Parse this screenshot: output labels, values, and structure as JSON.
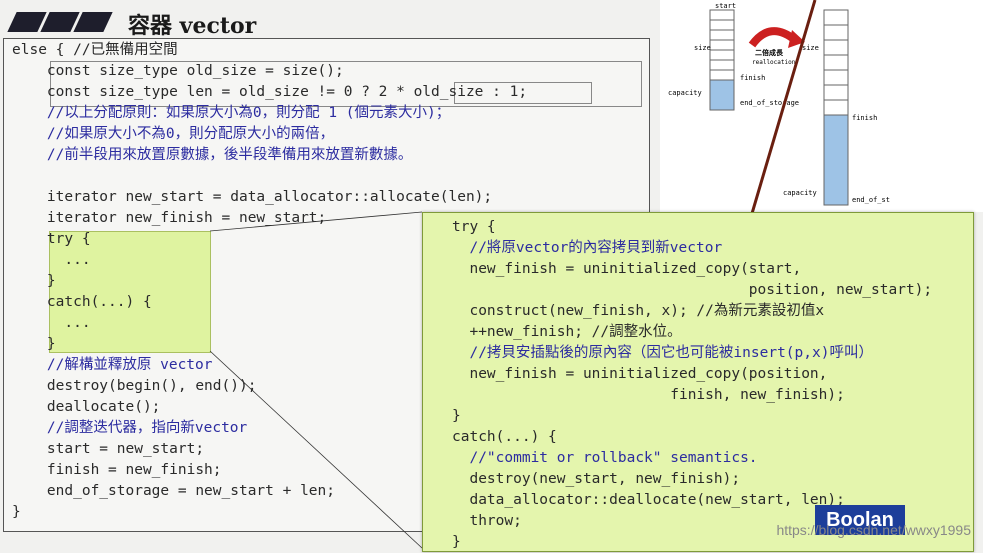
{
  "title": "容器 vector",
  "code_left": [
    {
      "t": "else { //已無備用空間",
      "cls": ""
    },
    {
      "t": "const size_type old_size = size();",
      "cls": ""
    },
    {
      "t": "const size_type len = old_size != 0 ? 2 * old_size : 1;",
      "cls": ""
    },
    {
      "t": "//以上分配原則：如果原大小為0，則分配 1 (個元素大小)；",
      "cls": "cmt"
    },
    {
      "t": "//如果原大小不為0，則分配原大小的兩倍，",
      "cls": "cmt"
    },
    {
      "t": "//前半段用來放置原數據，後半段準備用來放置新數據。",
      "cls": "cmt"
    },
    {
      "t": "",
      "cls": ""
    },
    {
      "t": "iterator new_start = data_allocator::allocate(len);",
      "cls": ""
    },
    {
      "t": "iterator new_finish = new_start;",
      "cls": ""
    },
    {
      "t": "try {",
      "cls": ""
    },
    {
      "t": "  ...",
      "cls": ""
    },
    {
      "t": "}",
      "cls": ""
    },
    {
      "t": "catch(...) {",
      "cls": ""
    },
    {
      "t": "  ...",
      "cls": ""
    },
    {
      "t": "}",
      "cls": ""
    },
    {
      "t": "//解構並釋放原 vector",
      "cls": "cmt"
    },
    {
      "t": "destroy(begin(), end());",
      "cls": ""
    },
    {
      "t": "deallocate();",
      "cls": ""
    },
    {
      "t": "//調整迭代器，指向新vector",
      "cls": "cmt"
    },
    {
      "t": "start = new_start;",
      "cls": ""
    },
    {
      "t": "finish = new_finish;",
      "cls": ""
    },
    {
      "t": "end_of_storage = new_start + len;",
      "cls": ""
    },
    {
      "t": "}",
      "cls": ""
    }
  ],
  "code_popup": [
    {
      "t": "try {",
      "cls": ""
    },
    {
      "t": "  //將原vector的內容拷貝到新vector",
      "cls": "cmt"
    },
    {
      "t": "  new_finish = uninitialized_copy(start,",
      "cls": ""
    },
    {
      "t": "                                  position, new_start);",
      "cls": ""
    },
    {
      "t": "  construct(new_finish, x); //為新元素設初值x",
      "cls": ""
    },
    {
      "t": "  ++new_finish; //調整水位。",
      "cls": ""
    },
    {
      "t": "  //拷貝安插點後的原內容（因它也可能被insert(p,x)呼叫）",
      "cls": "cmt"
    },
    {
      "t": "  new_finish = uninitialized_copy(position,",
      "cls": ""
    },
    {
      "t": "                         finish, new_finish);",
      "cls": ""
    },
    {
      "t": "}",
      "cls": ""
    },
    {
      "t": "catch(...) {",
      "cls": ""
    },
    {
      "t": "  //\"commit or rollback\" semantics.",
      "cls": "cmt"
    },
    {
      "t": "  destroy(new_start, new_finish);",
      "cls": ""
    },
    {
      "t": "  data_allocator::deallocate(new_start, len);",
      "cls": ""
    },
    {
      "t": "  throw;",
      "cls": ""
    },
    {
      "t": "}",
      "cls": ""
    }
  ],
  "diagram": {
    "labels": {
      "start": "start",
      "size": "size",
      "capacity": "capacity",
      "finish": "finish",
      "end_of_storage": "end_of_storage",
      "growth": "二倍成長",
      "reallocation": "reallocation",
      "size2": "size",
      "finish2": "finish",
      "capacity2": "capacity",
      "end_of_storage2": "end_of_st"
    }
  },
  "logo": "Boolan",
  "watermark": "https://blog.csdn.net/wwxy1995",
  "colors": {
    "popup_bg": "#e4f5ad",
    "comment": "#2c2ca0",
    "highlight": "#dff3a0"
  }
}
